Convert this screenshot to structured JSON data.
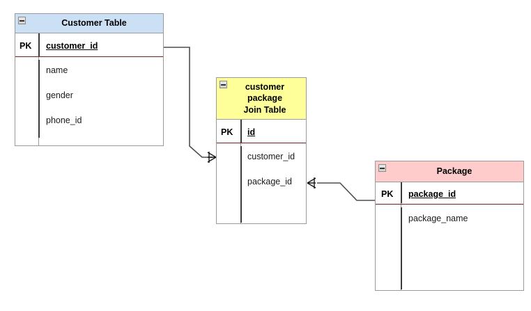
{
  "diagram": {
    "type": "entity-relationship-diagram",
    "background_color": "#ffffff",
    "line_color": "#4d4d4d",
    "pk_rule_color": "#6e1f1f",
    "border_color": "#9a9a9a"
  },
  "entities": [
    {
      "id": "customer-table",
      "title": "Customer Table",
      "header_color": "#cce0f5",
      "collapse_icon": "minus-box-icon",
      "key_label": "PK",
      "key_field": "customer_id",
      "fields": [
        "name",
        "gender",
        "phone_id"
      ]
    },
    {
      "id": "customer-package-join-table",
      "title_lines": [
        "customer",
        "package",
        "Join Table"
      ],
      "header_color": "#ffff99",
      "collapse_icon": "minus-box-icon",
      "key_label": "PK",
      "key_field": "id",
      "fields": [
        "customer_id",
        "package_id"
      ]
    },
    {
      "id": "package-table",
      "title": "Package",
      "header_color": "#ffcccc",
      "collapse_icon": "minus-box-icon",
      "key_label": "PK",
      "key_field": "package_id",
      "fields": [
        "package_name"
      ]
    }
  ],
  "relationships": [
    {
      "id": "customer-to-join",
      "from": "customer-table.customer_id",
      "to": "customer-package-join-table.customer_id",
      "from_cardinality": "one",
      "to_cardinality": "many",
      "to_marker": "crows-foot"
    },
    {
      "id": "join-to-package",
      "from": "customer-package-join-table.package_id",
      "to": "package-table.package_id",
      "from_cardinality": "many",
      "to_cardinality": "one",
      "from_marker": "crows-foot"
    }
  ]
}
